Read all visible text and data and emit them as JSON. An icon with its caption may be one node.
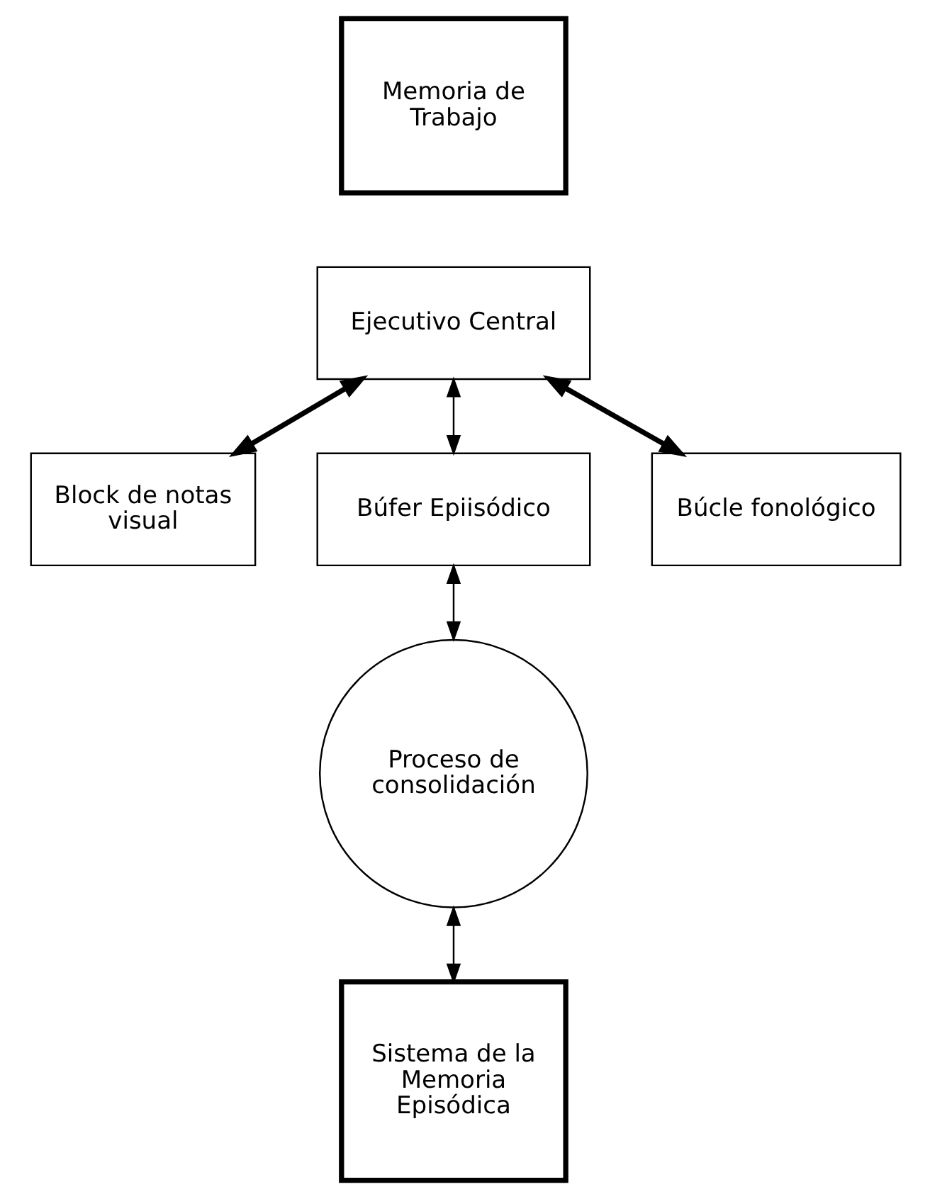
{
  "diagram": {
    "nodes": [
      {
        "text": [
          "Memoria de Trabajo"
        ]
      },
      {
        "text": [
          "Ejecutivo Central"
        ]
      },
      {
        "text": [
          "Block de notas visual"
        ]
      },
      {
        "text": [
          "Búfer Epiisódico"
        ]
      },
      {
        "text": [
          "Búcle fonológico"
        ]
      },
      {
        "text": [
          "Proceso de consolidación"
        ]
      },
      {
        "text": [
          "Sistema de la Memoria Episódica"
        ]
      }
    ],
    "edges": [
      {
        "from": 1,
        "to": 2,
        "arrow": "both",
        "style": "thick"
      },
      {
        "from": 1,
        "to": 4,
        "arrow": "both",
        "style": "thick"
      },
      {
        "from": 1,
        "to": 3,
        "arrow": "both"
      },
      {
        "from": 3,
        "to": 5,
        "arrow": "both"
      },
      {
        "from": 5,
        "to": 6,
        "arrow": "both"
      }
    ]
  }
}
